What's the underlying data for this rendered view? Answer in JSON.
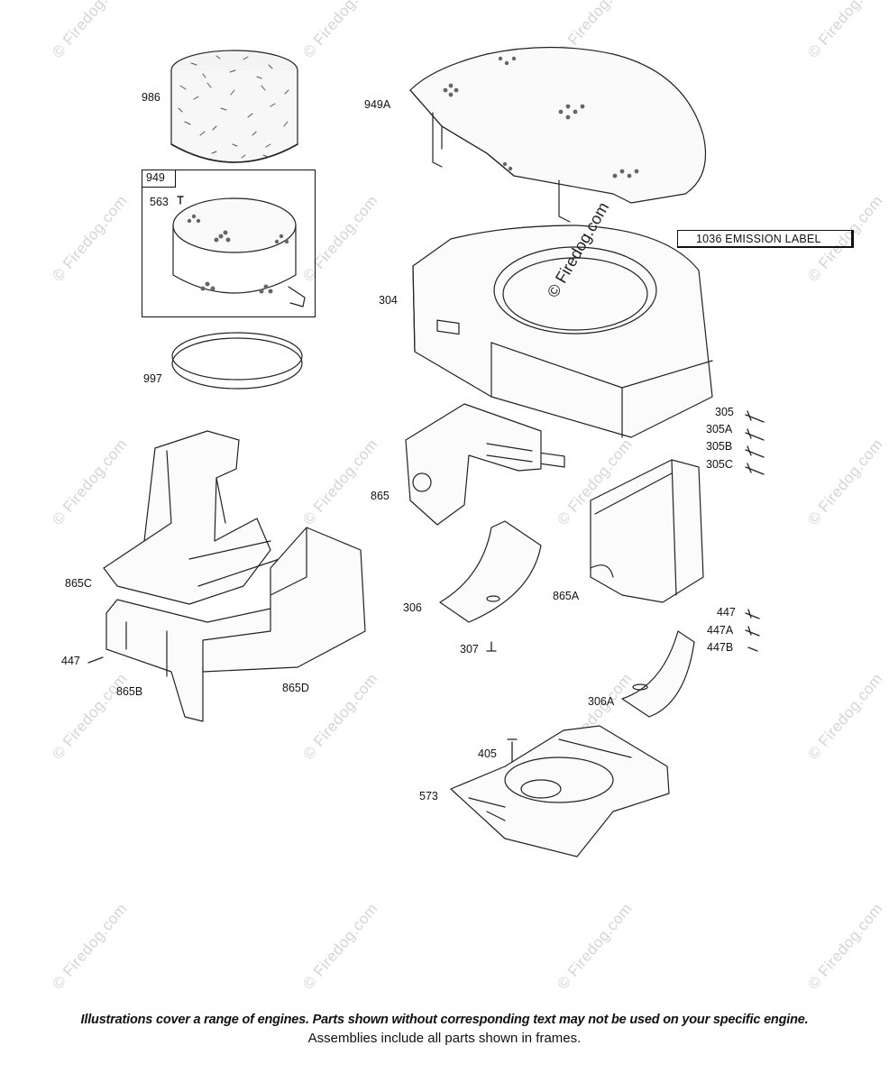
{
  "watermark": "© Firedog.com",
  "labels": {
    "p986": "986",
    "p949a": "949A",
    "p949": "949",
    "p563": "563",
    "p997": "997",
    "p304": "304",
    "p865": "865",
    "p865c": "865C",
    "p447_left": "447",
    "p865b": "865B",
    "p865d": "865D",
    "p306": "306",
    "p307": "307",
    "p865a": "865A",
    "p305": "305",
    "p305a": "305A",
    "p305b": "305B",
    "p305c": "305C",
    "p447": "447",
    "p447a": "447A",
    "p447b": "447B",
    "p306a": "306A",
    "p405": "405",
    "p573": "573",
    "emission": "1036 EMISSION LABEL"
  },
  "footer": {
    "line1": "Illustrations cover a range of engines. Parts shown without corresponding text may not be used on your specific engine.",
    "line2": "Assemblies include all parts shown in frames."
  }
}
